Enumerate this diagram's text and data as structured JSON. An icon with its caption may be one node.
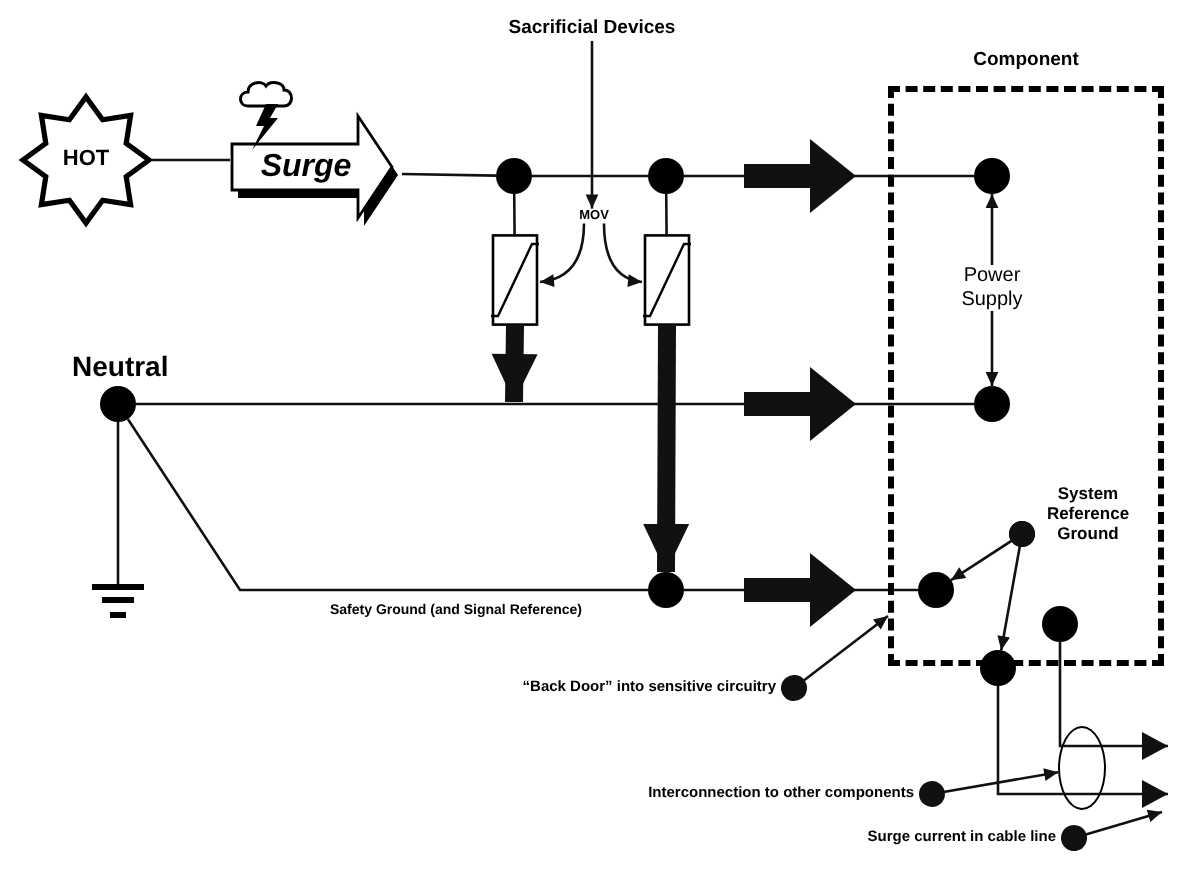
{
  "diagram": {
    "nodes": [
      {
        "text": [
          "Sacrificial Devices"
        ]
      },
      {
        "text": [
          "Component"
        ]
      },
      {
        "text": [
          "HOT"
        ]
      },
      {
        "text": [
          "Surge"
        ]
      },
      {
        "text": [],
        "shape": "circle"
      },
      {
        "text": [],
        "shape": "circle"
      },
      {
        "text": [],
        "shape": "circle",
        "in": 1
      },
      {
        "text": [
          "MOV"
        ]
      },
      {
        "text": [
          "Power Supply"
        ],
        "in": 1
      },
      {
        "text": [],
        "shape": "box"
      },
      {
        "text": [],
        "shape": "box"
      },
      {
        "text": [],
        "shape": "circle",
        "beside": [
          "Neutral"
        ]
      },
      {
        "text": [],
        "shape": "circle",
        "in": 1
      },
      {
        "text": [
          "System Reference Ground"
        ],
        "in": 1
      },
      {
        "text": [],
        "shape": "picture"
      },
      {
        "text": [],
        "shape": "circle"
      },
      {
        "text": [],
        "shape": "circle",
        "in": 1
      },
      {
        "text": [],
        "shape": "circle",
        "in": 1
      },
      {
        "text": [],
        "shape": "circle"
      },
      {
        "text": [
          "“Back Door” into sensitive circuitry"
        ]
      },
      {
        "text": [],
        "shape": "circle"
      },
      {
        "text": [
          "Interconnection to other components"
        ]
      },
      {
        "text": [
          "Surge current in cable line"
        ]
      }
    ],
    "edges": [
      {
        "from": 2,
        "to": 3,
        "arrow": "none"
      },
      {
        "from": 3,
        "to": 4,
        "arrow": "none"
      },
      {
        "from": 4,
        "to": 5,
        "arrow": "none"
      },
      {
        "from": 5,
        "to": 6,
        "arrow": "none"
      },
      {
        "from": 0,
        "to": 7,
        "arrow": "to"
      },
      {
        "from": 7,
        "to": 9,
        "arrow": "to"
      },
      {
        "from": 7,
        "to": 10,
        "arrow": "to"
      },
      {
        "from": 4,
        "to": 9,
        "arrow": "none"
      },
      {
        "from": 5,
        "to": 10,
        "arrow": "none"
      },
      {
        "from": 9,
        "to": null,
        "arrow": "to",
        "style": "thick"
      },
      {
        "from": 10,
        "to": 15,
        "arrow": "to",
        "style": "thick"
      },
      {
        "from": 11,
        "to": 12,
        "arrow": "none"
      },
      {
        "from": 11,
        "to": 14,
        "arrow": "none"
      },
      {
        "from": 11,
        "to": 15,
        "arrow": "none"
      },
      {
        "from": 15,
        "to": 16,
        "arrow": "none"
      },
      {
        "from": 8,
        "to": 6,
        "arrow": "to"
      },
      {
        "from": 8,
        "to": 12,
        "arrow": "to"
      },
      {
        "from": 13,
        "to": 16,
        "arrow": "to"
      },
      {
        "from": 13,
        "to": 18,
        "arrow": "to"
      },
      {
        "from": 19,
        "to": 1,
        "arrow": "to"
      },
      {
        "from": 21,
        "to": 20,
        "arrow": "to"
      },
      {
        "from": 22,
        "to": null,
        "arrow": "to"
      },
      {
        "from": 17,
        "to": null,
        "arrow": "to"
      },
      {
        "from": 18,
        "to": null,
        "arrow": "to"
      }
    ],
    "labels": [
      "Safety Ground (and Signal Reference)"
    ]
  }
}
